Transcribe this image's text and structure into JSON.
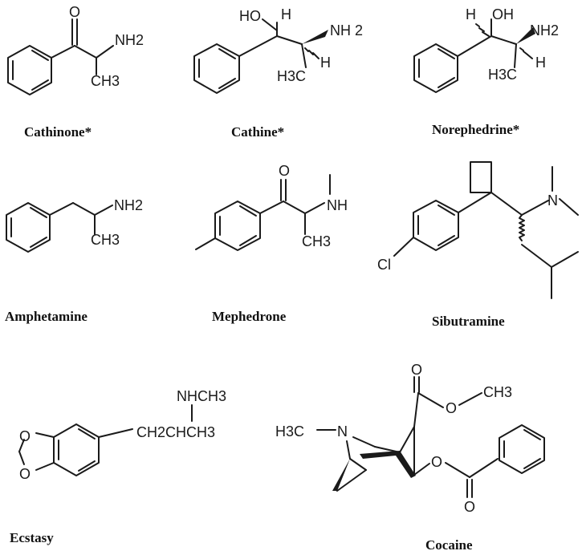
{
  "molecules": [
    {
      "name": "Cathinone*",
      "atoms": {
        "o": "O",
        "n": "NH2",
        "me": "CH3"
      }
    },
    {
      "name": "Cathine*",
      "atoms": {
        "oh": "HO",
        "h1": "H",
        "n": "NH 2",
        "h2": "H",
        "me": "H3C"
      }
    },
    {
      "name": "Norephedrine*",
      "atoms": {
        "h1": "H",
        "oh": "OH",
        "n": "NH2",
        "h2": "H",
        "me": "H3C"
      }
    },
    {
      "name": "Amphetamine",
      "atoms": {
        "n": "NH2",
        "me": "CH3"
      }
    },
    {
      "name": "Mephedrone",
      "atoms": {
        "o": "O",
        "n": "NH",
        "me": "CH3"
      }
    },
    {
      "name": "Sibutramine",
      "atoms": {
        "n": "N",
        "cl": "Cl"
      }
    },
    {
      "name": "Ecstasy",
      "atoms": {
        "o1": "O",
        "o2": "O",
        "n": "NHCH3",
        "chain": "CH2CHCH3"
      }
    },
    {
      "name": "Cocaine",
      "atoms": {
        "me": "H3C",
        "n": "N",
        "o1": "O",
        "o2": "O",
        "o3": "O",
        "o4": "O",
        "me2": "CH3"
      }
    }
  ]
}
